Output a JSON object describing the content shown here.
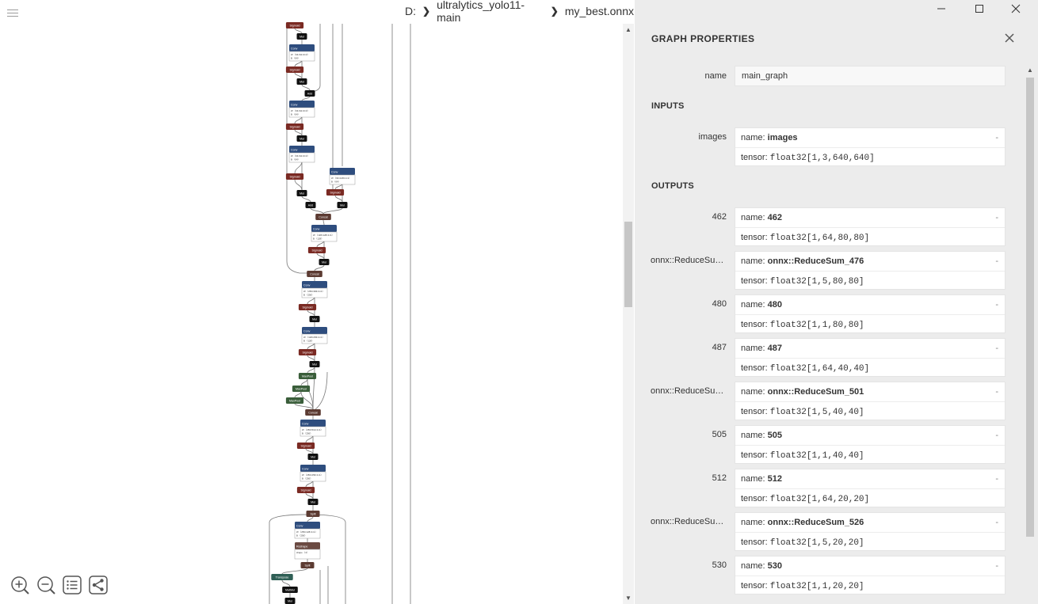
{
  "breadcrumb": {
    "items": [
      "D:",
      "ultralytics_yolo11-main",
      "my_best.onnx"
    ]
  },
  "graph": {
    "nodes": [
      {
        "label": "Sigmoid",
        "color": "#7a2a23"
      },
      {
        "label": "Mul",
        "color": "#111111"
      },
      {
        "label": "Conv",
        "color": "#2e4d7e",
        "attrs": [
          "W 〈64×64×3×3〉",
          "B 〈64〉"
        ]
      },
      {
        "label": "Sigmoid",
        "color": "#7a2a23"
      },
      {
        "label": "Mul",
        "color": "#111111"
      },
      {
        "label": "Add",
        "color": "#111111"
      },
      {
        "label": "Conv",
        "color": "#2e4d7e",
        "attrs": [
          "W 〈64×64×3×3〉",
          "B 〈64〉"
        ]
      },
      {
        "label": "Sigmoid",
        "color": "#7a2a23"
      },
      {
        "label": "Mul",
        "color": "#111111"
      },
      {
        "label": "Conv",
        "color": "#2e4d7e",
        "attrs": [
          "W 〈64×64×3×3〉",
          "B 〈64〉"
        ]
      },
      {
        "label": "Conv",
        "color": "#2e4d7e",
        "attrs": [
          "W 〈64×128×1×1〉",
          "B 〈64〉"
        ]
      },
      {
        "label": "Sigmoid",
        "color": "#7a2a23"
      },
      {
        "label": "Sigmoid",
        "color": "#7a2a23"
      },
      {
        "label": "Mul",
        "color": "#111111"
      },
      {
        "label": "Add",
        "color": "#111111"
      },
      {
        "label": "Mul",
        "color": "#111111"
      },
      {
        "label": "Concat",
        "color": "#5c3b32"
      },
      {
        "label": "Conv",
        "color": "#2e4d7e",
        "attrs": [
          "W 〈128×128×1×1〉",
          "B 〈128〉"
        ]
      },
      {
        "label": "Sigmoid",
        "color": "#7a2a23"
      },
      {
        "label": "Mul",
        "color": "#111111"
      },
      {
        "label": "Concat",
        "color": "#5c3b32"
      },
      {
        "label": "Conv",
        "color": "#2e4d7e",
        "attrs": [
          "W 〈256×384×1×1〉",
          "B 〈256〉"
        ]
      },
      {
        "label": "Sigmoid",
        "color": "#7a2a23"
      },
      {
        "label": "Mul",
        "color": "#111111"
      },
      {
        "label": "Conv",
        "color": "#2e4d7e",
        "attrs": [
          "W 〈128×256×1×1〉",
          "B 〈128〉"
        ]
      },
      {
        "label": "Sigmoid",
        "color": "#7a2a23"
      },
      {
        "label": "Mul",
        "color": "#111111"
      },
      {
        "label": "MaxPool",
        "color": "#3a5e3a"
      },
      {
        "label": "MaxPool",
        "color": "#3a5e3a"
      },
      {
        "label": "MaxPool",
        "color": "#3a5e3a"
      },
      {
        "label": "Concat",
        "color": "#5c3b32"
      },
      {
        "label": "Conv",
        "color": "#2e4d7e",
        "attrs": [
          "W 〈256×512×1×1〉",
          "B 〈256〉"
        ]
      },
      {
        "label": "Sigmoid",
        "color": "#7a2a23"
      },
      {
        "label": "Mul",
        "color": "#111111"
      },
      {
        "label": "Conv",
        "color": "#2e4d7e",
        "attrs": [
          "W 〈256×256×1×1〉",
          "B 〈256〉"
        ]
      },
      {
        "label": "Sigmoid",
        "color": "#7a2a23"
      },
      {
        "label": "Mul",
        "color": "#111111"
      },
      {
        "label": "Split",
        "color": "#5c3b32"
      },
      {
        "label": "Conv",
        "color": "#2e4d7e",
        "attrs": [
          "W 〈256×128×1×1〉",
          "B 〈256〉"
        ]
      },
      {
        "label": "Reshape",
        "color": "#6b4a42",
        "attrs": [
          "shape 〈4〉"
        ]
      },
      {
        "label": "Split",
        "color": "#5c3b32"
      },
      {
        "label": "Transpose",
        "color": "#2f5f55"
      },
      {
        "label": "MatMul",
        "color": "#111111"
      },
      {
        "label": "Mul",
        "color": "#111111"
      }
    ]
  },
  "toolbar": {
    "zoom_in": "zoom-in",
    "zoom_out": "zoom-out",
    "list": "list",
    "share": "share"
  },
  "panel": {
    "title": "GRAPH PROPERTIES",
    "name_label": "name",
    "name_value": "main_graph",
    "inputs_title": "INPUTS",
    "outputs_title": "OUTPUTS",
    "name_prefix": "name:",
    "tensor_prefix": "tensor:",
    "dash": "-",
    "inputs": [
      {
        "label": "images",
        "name": "images",
        "tensor": "float32[1,3,640,640]"
      }
    ],
    "outputs": [
      {
        "label": "462",
        "name": "462",
        "tensor": "float32[1,64,80,80]"
      },
      {
        "label": "onnx::ReduceSum...",
        "name": "onnx::ReduceSum_476",
        "tensor": "float32[1,5,80,80]"
      },
      {
        "label": "480",
        "name": "480",
        "tensor": "float32[1,1,80,80]"
      },
      {
        "label": "487",
        "name": "487",
        "tensor": "float32[1,64,40,40]"
      },
      {
        "label": "onnx::ReduceSum...",
        "name": "onnx::ReduceSum_501",
        "tensor": "float32[1,5,40,40]"
      },
      {
        "label": "505",
        "name": "505",
        "tensor": "float32[1,1,40,40]"
      },
      {
        "label": "512",
        "name": "512",
        "tensor": "float32[1,64,20,20]"
      },
      {
        "label": "onnx::ReduceSum...",
        "name": "onnx::ReduceSum_526",
        "tensor": "float32[1,5,20,20]"
      },
      {
        "label": "530",
        "name": "530",
        "tensor": "float32[1,1,20,20]"
      }
    ]
  },
  "colors": {
    "conv": "#2e4d7e",
    "sigmoid": "#7a2a23",
    "mul": "#111111",
    "concat": "#5c3b32",
    "maxpool": "#3a5e3a",
    "panel_bg": "#ececec"
  }
}
